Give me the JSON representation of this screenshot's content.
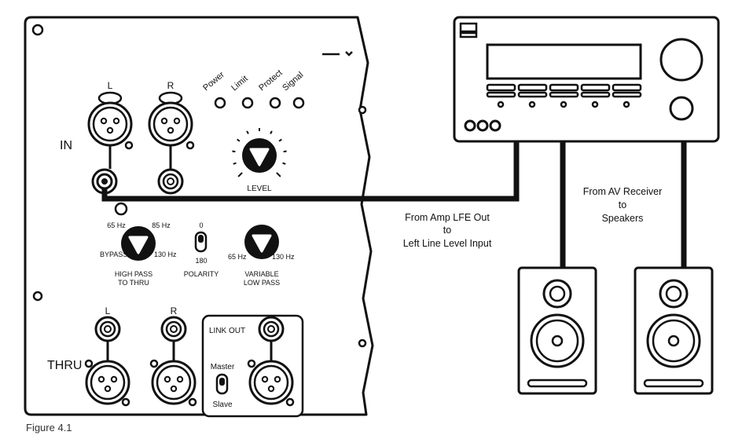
{
  "caption": "Figure 4.1",
  "panel": {
    "in_label": "IN",
    "thru_label": "THRU",
    "in_left": "L",
    "in_right": "R",
    "thru_left": "L",
    "thru_right": "R",
    "leds": [
      "Power",
      "Limit",
      "Protect",
      "Signal"
    ],
    "level_label": "LEVEL",
    "highpass": {
      "tl": "65 Hz",
      "tr": "85 Hz",
      "bl": "BYPASS",
      "br": "130 Hz",
      "name1": "HIGH PASS",
      "name2": "TO THRU"
    },
    "polarity": {
      "top": "0",
      "bottom": "180",
      "name": "POLARITY"
    },
    "lowpass": {
      "left": "65 Hz",
      "right": "130 Hz",
      "name1": "VARIABLE",
      "name2": "LOW PASS"
    },
    "link_out": "LINK OUT",
    "master": "Master",
    "slave": "Slave"
  },
  "annotations": {
    "amp1": "From Amp LFE Out",
    "amp2": "to",
    "amp3": "Left Line Level Input",
    "av1": "From AV Receiver",
    "av2": "to",
    "av3": "Speakers"
  },
  "colors": {
    "ink": "#111111",
    "cable": "#111111",
    "background": "#ffffff"
  }
}
